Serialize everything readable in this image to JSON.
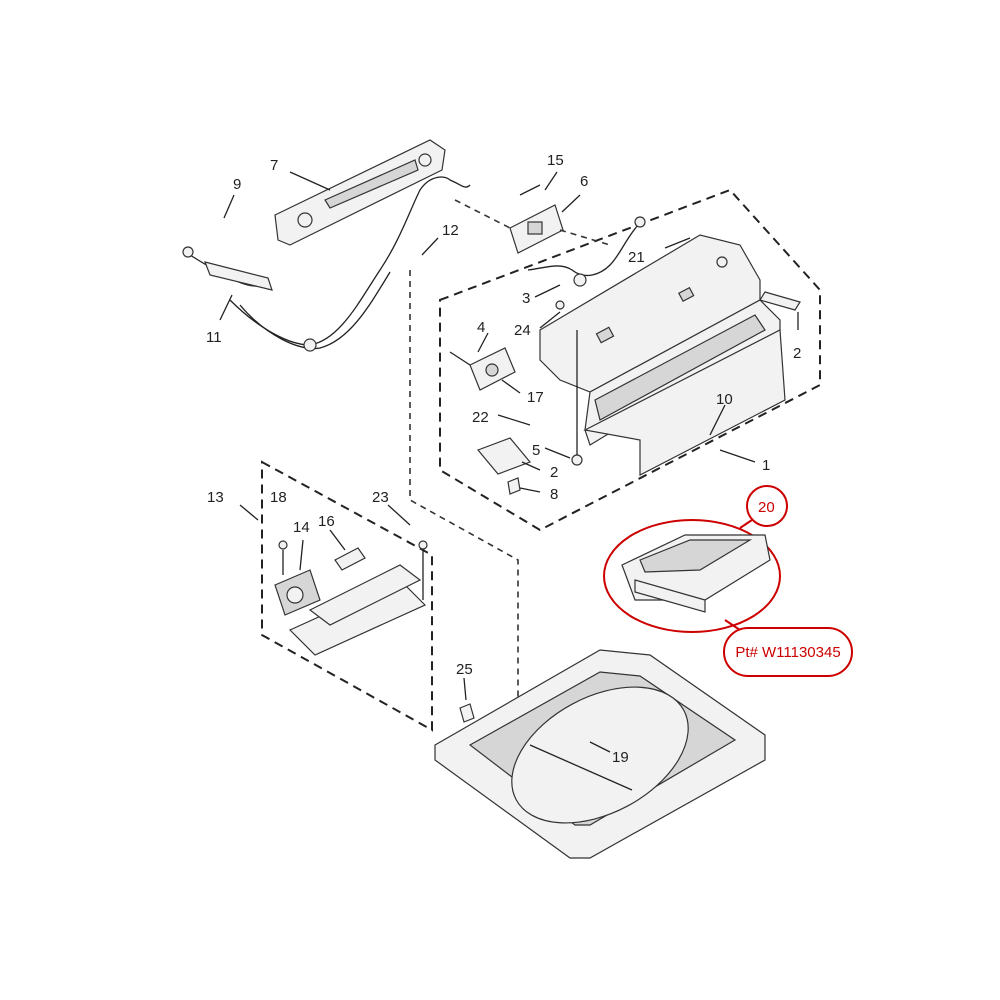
{
  "callouts": {
    "c1": "1",
    "c2a": "2",
    "c2b": "2",
    "c3": "3",
    "c4": "4",
    "c5": "5",
    "c6": "6",
    "c7": "7",
    "c8": "8",
    "c9": "9",
    "c10": "10",
    "c11": "11",
    "c12": "12",
    "c13": "13",
    "c14": "14",
    "c15": "15",
    "c16": "16",
    "c17": "17",
    "c18": "18",
    "c19": "19",
    "c21": "21",
    "c22": "22",
    "c23": "23",
    "c24": "24",
    "c25": "25"
  },
  "highlight": {
    "number": "20",
    "part_number": "Pt# W11130345",
    "color": "#cc0000"
  }
}
